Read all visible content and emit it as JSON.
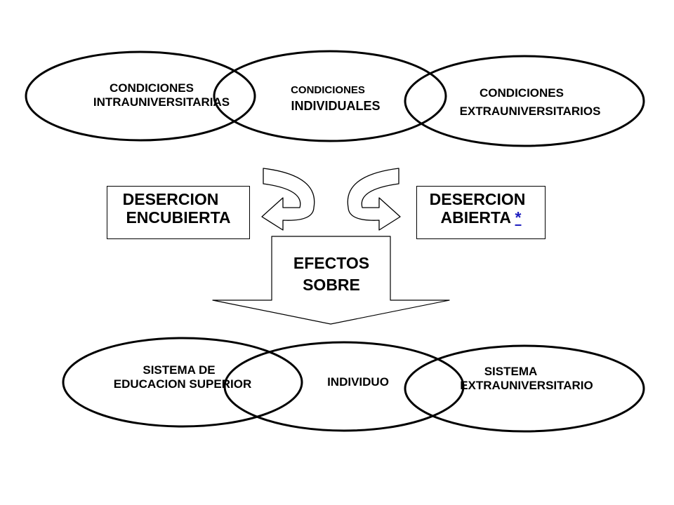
{
  "top_ellipses": {
    "intra": {
      "line1": "CONDICIONES",
      "line2": "INTRAUNIVERSITARIAS"
    },
    "individual": {
      "line1": "CONDICIONES",
      "line2": "INDIVIDUALES"
    },
    "extra": {
      "line1": "CONDICIONES",
      "line2": "EXTRAUNIVERSITARIOS"
    }
  },
  "desercion_encubierta": {
    "line1": "DESERCION",
    "line2": "ENCUBIERTA"
  },
  "desercion_abierta": {
    "line1": "DESERCION",
    "line2": "ABIERTA",
    "link": "*"
  },
  "efectos": {
    "line1": "EFECTOS",
    "line2": "SOBRE"
  },
  "bottom_ellipses": {
    "sistema_educacion": {
      "line1": "SISTEMA DE",
      "line2": "EDUCACION SUPERIOR"
    },
    "individuo": {
      "line1": "INDIVIDUO"
    },
    "sistema_extra": {
      "line1": "SISTEMA",
      "line2": "EXTRAUNIVERSITARIO"
    }
  },
  "colors": {
    "stroke": "#000000",
    "link": "#1f1fbf",
    "background": "#ffffff"
  }
}
